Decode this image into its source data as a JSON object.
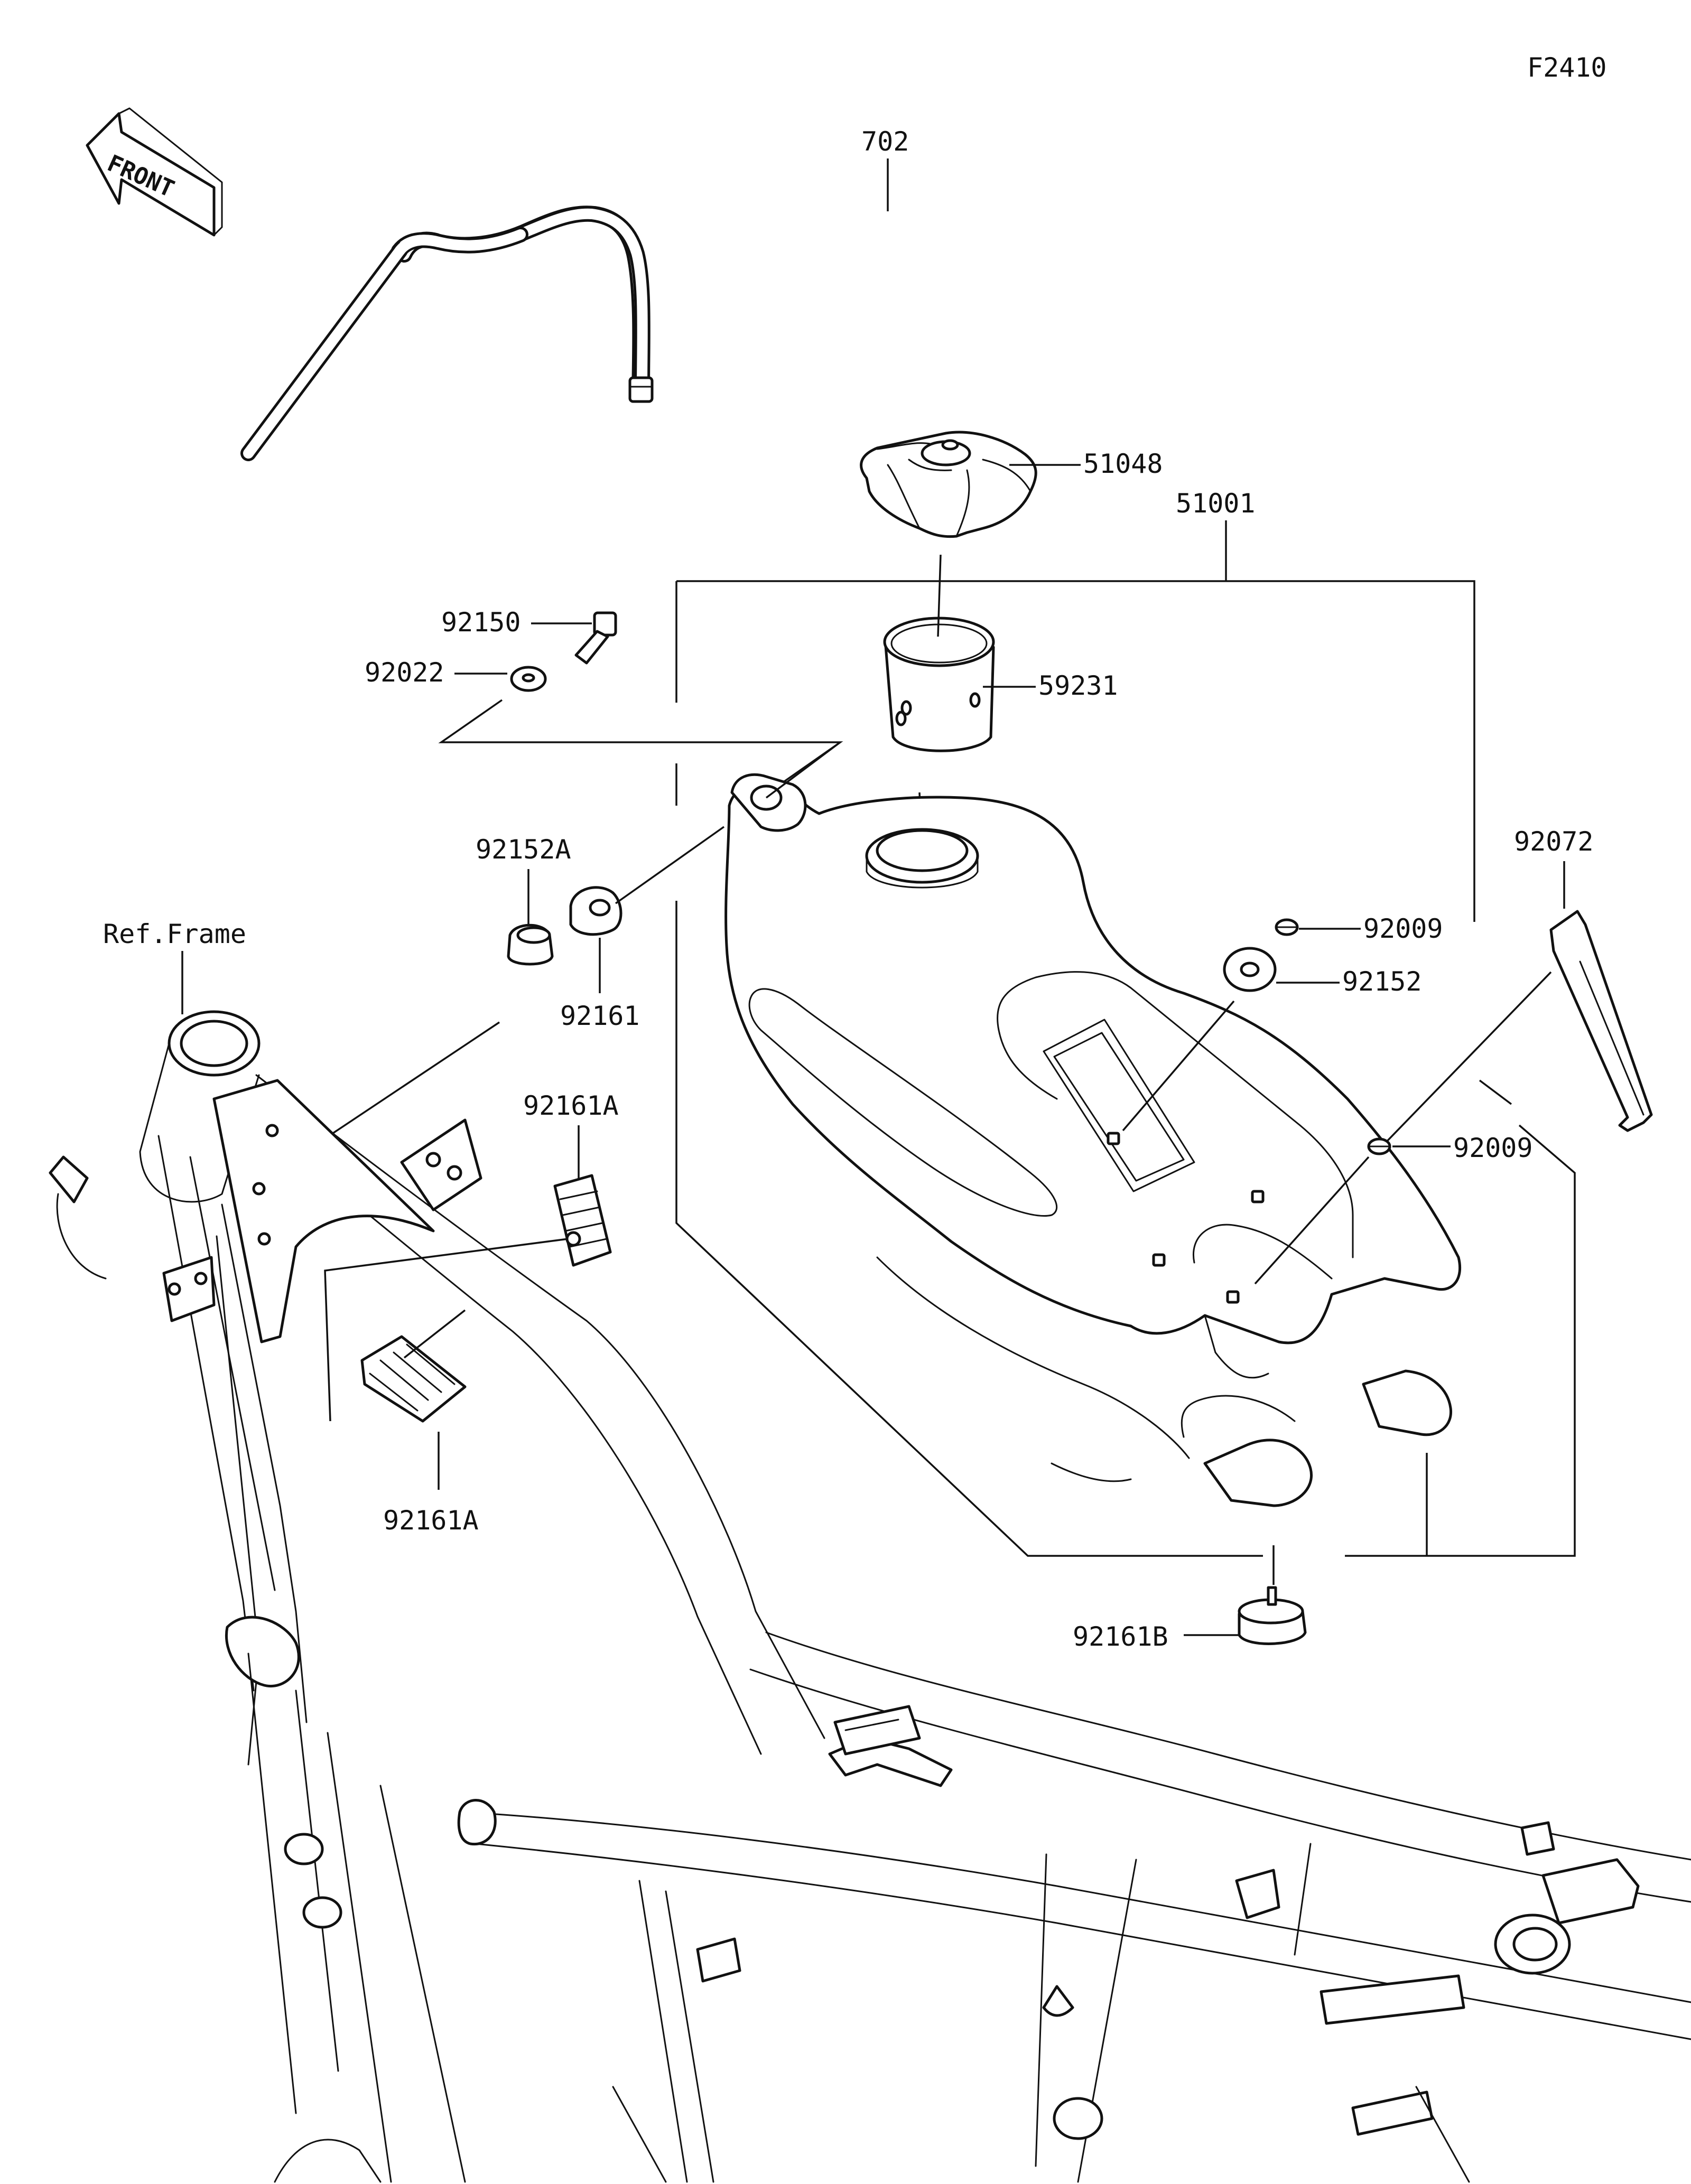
{
  "diagram_code": "F2410",
  "front_label": "FRONT",
  "ref_frame_label": "Ref.Frame",
  "parts": {
    "p702": "702",
    "p51048": "51048",
    "p51001": "51001",
    "p92150": "92150",
    "p92022": "92022",
    "p59231": "59231",
    "p92152A": "92152A",
    "p92161": "92161",
    "p92072": "92072",
    "p92009a": "92009",
    "p92152": "92152",
    "p92009b": "92009",
    "p92161A_top": "92161A",
    "p92161A_bottom": "92161A",
    "p92161B": "92161B"
  }
}
